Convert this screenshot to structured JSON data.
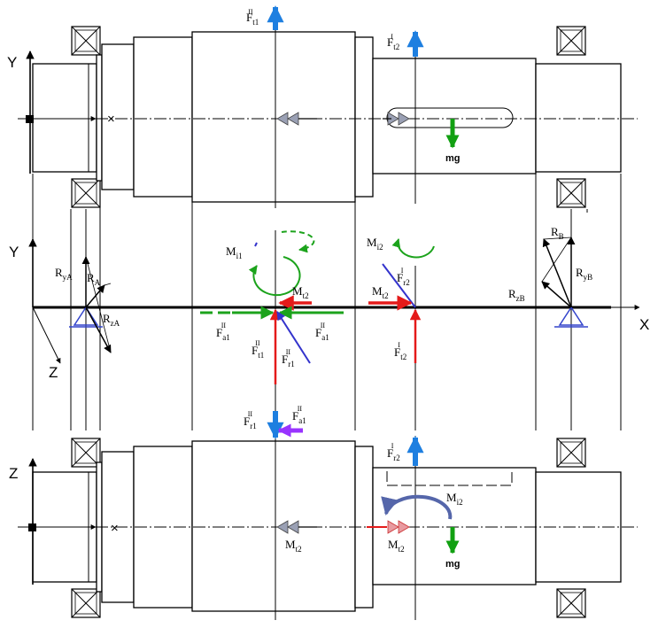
{
  "axes": {
    "top_y": "Y",
    "mid_y": "Y",
    "mid_z": "Z",
    "mid_x": "X",
    "bot_z": "Z"
  },
  "colors": {
    "tangential": "#1e7fe0",
    "radial_axial_red": "#e41a1a",
    "axial_green": "#1ca31c",
    "radial_blue": "#3333cc",
    "axial_purple": "#9933ff",
    "mg_green": "#12a012",
    "moment_red": "#e41a1a",
    "moment_blue": "#5566aa",
    "gear_arrow": "#9aa0b4"
  },
  "labels": {
    "ft1_top": {
      "main": "F",
      "sub": "t1",
      "sup": "II"
    },
    "ft2_top": {
      "main": "F",
      "sub": "t2",
      "sup": "I"
    },
    "mg_top": {
      "text": "mg"
    },
    "mi1": {
      "main": "M",
      "sub": "i1"
    },
    "mi2_mid": {
      "main": "M",
      "sub": "i2"
    },
    "mt2_mid_l": {
      "main": "M",
      "sub": "t2"
    },
    "mt2_mid_r": {
      "main": "M",
      "sub": "t2"
    },
    "fr2_mid": {
      "main": "F",
      "sub": "r2",
      "sup": "I"
    },
    "rya": {
      "main": "R",
      "sub": "yA"
    },
    "ra": {
      "main": "R",
      "sub": "A"
    },
    "rza": {
      "main": "R",
      "sub": "zA"
    },
    "rb": {
      "main": "R",
      "sub": "B"
    },
    "ryb": {
      "main": "R",
      "sub": "yB"
    },
    "rzb": {
      "main": "R",
      "sub": "zB"
    },
    "fa1_l": {
      "main": "F",
      "sub": "a1",
      "sup": "II"
    },
    "fa1_r": {
      "main": "F",
      "sub": "a1",
      "sup": "II"
    },
    "ft1_mid": {
      "main": "F",
      "sub": "t1",
      "sup": "II"
    },
    "fr1_mid": {
      "main": "F",
      "sub": "r1",
      "sup": "II"
    },
    "ft2_mid": {
      "main": "F",
      "sub": "t2",
      "sup": "I"
    },
    "fr1_bot": {
      "main": "F",
      "sub": "r1",
      "sup": "II"
    },
    "fa1_bot": {
      "main": "F",
      "sub": "a1",
      "sup": "II"
    },
    "fr2_bot": {
      "main": "F",
      "sub": "r2",
      "sup": "I"
    },
    "mi2_bot": {
      "main": "M",
      "sub": "i2"
    },
    "mt2_bot_l": {
      "main": "M",
      "sub": "t2"
    },
    "mt2_bot_r": {
      "main": "M",
      "sub": "t2"
    },
    "mg_bot": {
      "text": "mg"
    }
  }
}
